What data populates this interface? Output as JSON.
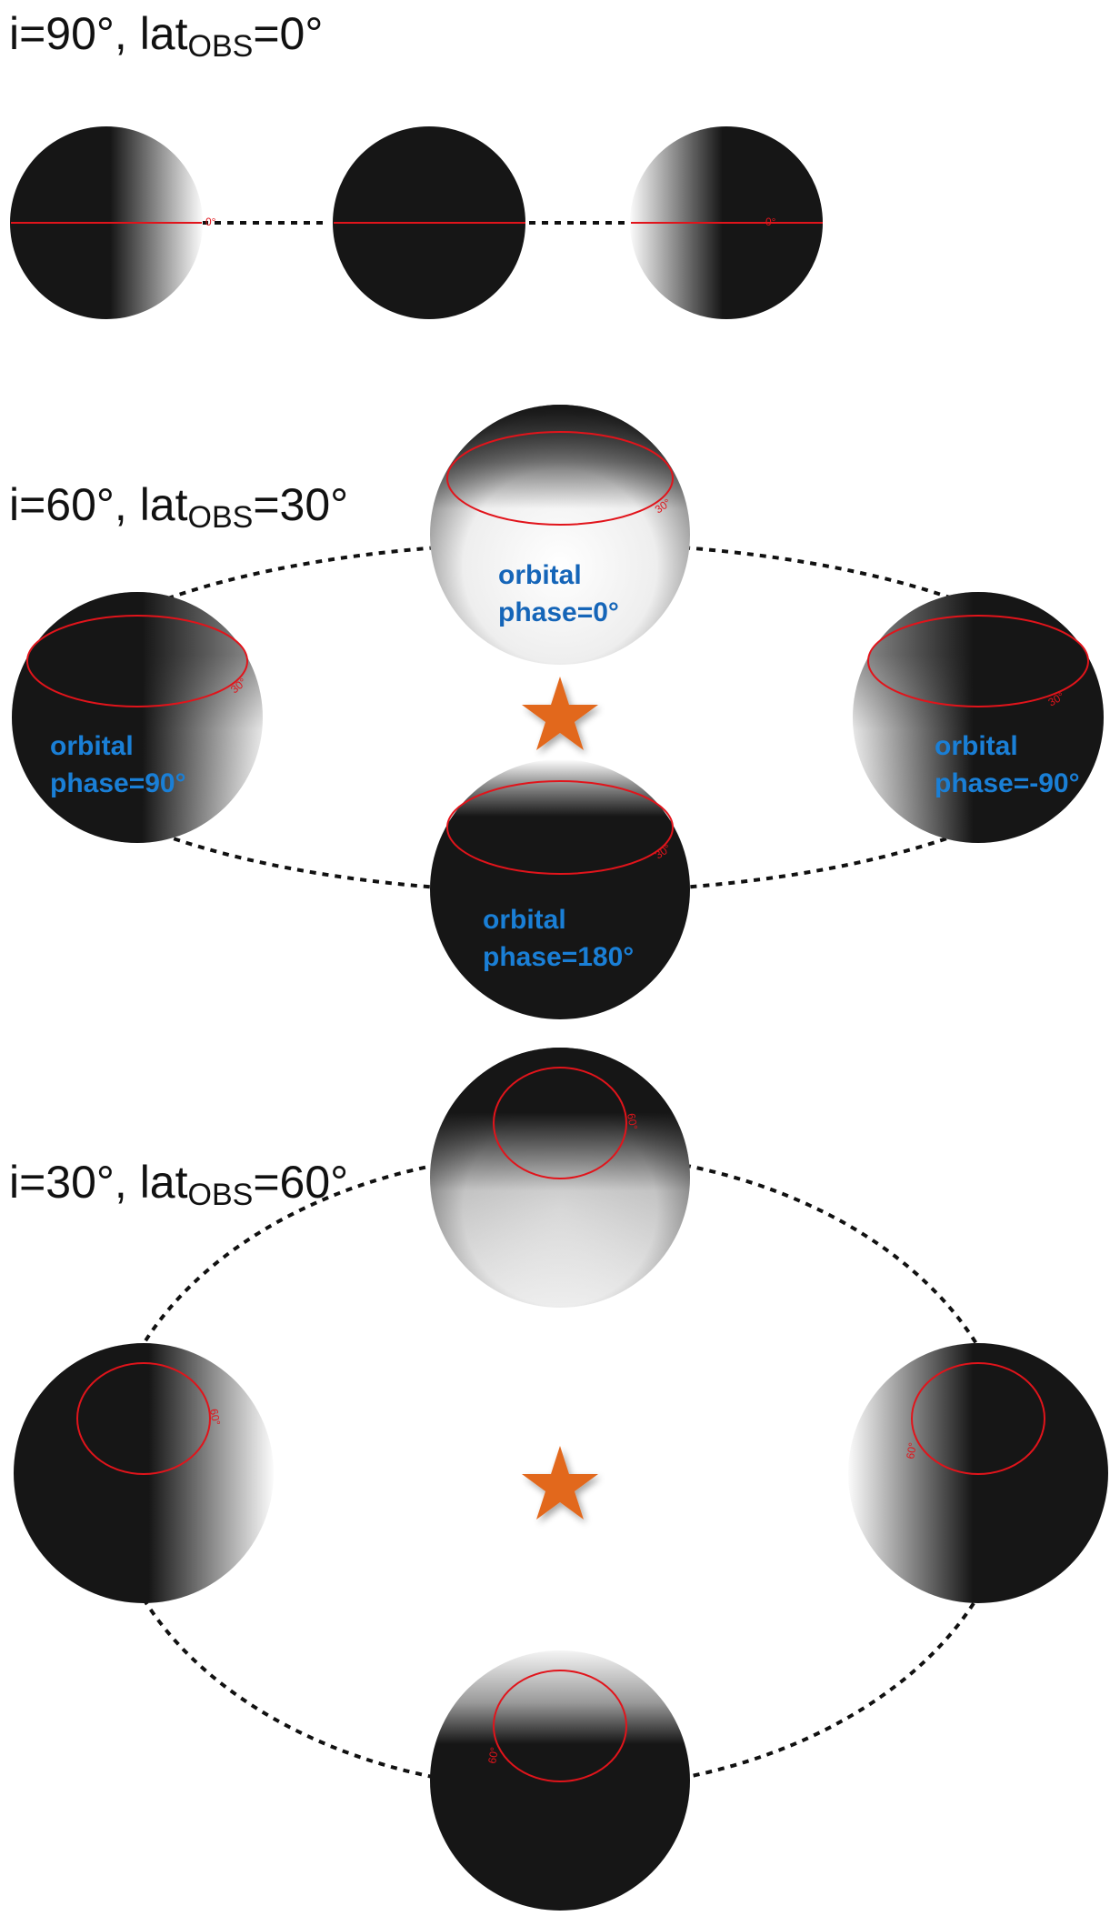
{
  "panels": [
    {
      "title": {
        "prefix": "i=90°, lat",
        "sub": "OBS",
        "suffix": "=0°"
      },
      "latitude_label": "0°",
      "phase_labels": []
    },
    {
      "title": {
        "prefix": "i=60°, lat",
        "sub": "OBS",
        "suffix": "=30°"
      },
      "latitude_label": "30°",
      "phase_labels": [
        {
          "line1": "orbital",
          "line2": "phase=0°"
        },
        {
          "line1": "orbital",
          "line2": "phase=90°"
        },
        {
          "line1": "orbital",
          "line2": "phase=-90°"
        },
        {
          "line1": "orbital",
          "line2": "phase=180°"
        }
      ]
    },
    {
      "title": {
        "prefix": "i=30°, lat",
        "sub": "OBS",
        "suffix": "=60°"
      },
      "latitude_label": "60°",
      "phase_labels": []
    }
  ],
  "colors": {
    "night_side": "#161616",
    "day_side": "#ffffff",
    "latitude_line": "#e1141b",
    "orbit_line": "#111111",
    "star": "#e2681f",
    "phase_text": "#1a7fd6"
  },
  "icons": {
    "host_star": "star-icon"
  }
}
